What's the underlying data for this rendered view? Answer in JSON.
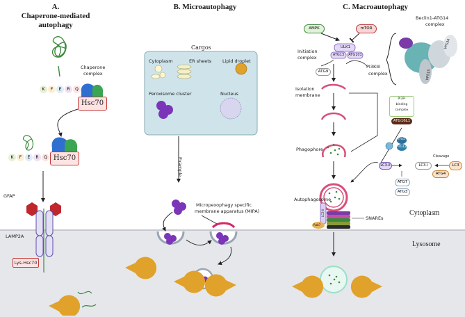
{
  "panels": {
    "a_title": "A.",
    "a_subtitle_1": "Chaperone-mediated",
    "a_subtitle_2": "autophagy",
    "b_title": "B. Microautophagy",
    "c_title": "C. Macroautophagy"
  },
  "cma": {
    "kferq": [
      "K",
      "F",
      "E",
      "R",
      "Q"
    ],
    "chaperone_label_1": "Chaperone",
    "chaperone_label_2": "complex",
    "hsc70": "Hsc70",
    "gfap": "GFAP",
    "lamp2a": "LAMP2A",
    "lys_hsc70": "Lys-Hsc70"
  },
  "micro": {
    "cargos_title": "Cargos",
    "cytoplasm": "Cytoplasm",
    "er_sheets": "ER sheets",
    "lipid_droplet": "Lipid droplet",
    "peroxisome": "Peroxisome cluster",
    "nucleus": "Nucleus",
    "example": "Example",
    "mipa_1": "Micropexophagy specific",
    "mipa_2": "membrane apparatus (MIPA)"
  },
  "macro": {
    "ampk": "AMPK",
    "mtor": "mTOR",
    "ulk1": "ULK1",
    "atg13": "ATG13",
    "atg101": "ATG101",
    "initiation_1": "Initiation",
    "initiation_2": "complex",
    "atg9": "ATG9",
    "pi3k": "PI3KIII",
    "pi3k_2": "complex",
    "beclin_1": "Beclin1-ATG14",
    "beclin_2": "complex",
    "vps34": "VPS34",
    "vps15": "VPS15",
    "isolation_1": "Isolation",
    "isolation_2": "membrane",
    "pi3p_1": "PI3P-",
    "pi3p_2": "binding",
    "pi3p_3": "complex",
    "atg16l1": "ATG16L1",
    "atg5": "ATG5",
    "atg12": "ATG12",
    "phagophore": "Phagophore",
    "lc3ii": "LC3-II",
    "lc3i": "LC3-I",
    "lc3": "LC3",
    "cleavage": "Cleavage",
    "atg4": "ATG4",
    "atg7": "ATG7",
    "atg3": "ATG3",
    "autophagosome": "Autophagosome",
    "snares": "SNAREs",
    "rab7": "Rab7",
    "lc3ii_vertical": "LC3-II"
  },
  "compartments": {
    "cytoplasm": "Cytoplasm",
    "lysosome": "Lysosome"
  },
  "colors": {
    "green_protein": "#3a8a3c",
    "blue_chaperone": "#2e6fd0",
    "green_chaperone": "#3aa651",
    "hsc70_fill": "#fde3e2",
    "hsc70_border": "#c23a3a",
    "gfap_red": "#c0272d",
    "lamp2a": "#8b7fc8",
    "purple": "#7a35b8",
    "lysosome_bg": "#e6e7eb",
    "cargo_box": "#cfe4ea",
    "lysozyme": "#e0a22b",
    "phagophore": "#d84f7a"
  }
}
